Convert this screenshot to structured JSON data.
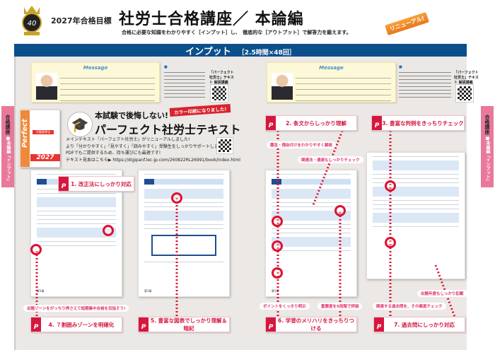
{
  "header": {
    "emblem": "40th anniversary emblem",
    "target_year": "2027年合格目標",
    "title": "社労士合格講座／ 本論編",
    "subtitle": "合格に必要な知識をわかりやすく［インプット］し、　徹底的な［アウトプット］で解答力を鍛えます。",
    "renewal_badge": "リニューアル!"
  },
  "band": {
    "title": "インプット",
    "schedule": "［2.5時間×48回］"
  },
  "side_tabs": {
    "title": "合格講座",
    "subtitle": "■本論編「インプット」"
  },
  "messages": [
    {
      "heading": "Message",
      "qr_label": "「パーフェクト社労士」テキスト 解説講義"
    },
    {
      "heading": "Message",
      "qr_label": "「パーフェクト社労士」テキスト 解説講義"
    }
  ],
  "textbook": {
    "cover_label": "労働基準法",
    "cover_brand": "Perfect",
    "cover_year": "2027",
    "headline": "本試験で後悔しない!",
    "title": "パーフェクト社労士テキスト",
    "color_badge": "カラー印刷になりました!",
    "desc": [
      "メインテキスト「パーフェクト社労士」がリニューアルしました!",
      "より「分かりやすく」「見やすく」「読みやすく」受験生をしっかりサポートします!",
      "PDFでもご提供するため、持ち運びにも最適です!",
      "テキスト見本はこちら▶ https://digipanf.lec-jp.com/260822RL26991/book/index.html"
    ]
  },
  "points": [
    {
      "num": "1.",
      "label": "改正法にしっかり対応"
    },
    {
      "num": "2.",
      "label": "条文からしっかり理解"
    },
    {
      "num": "3.",
      "label": "豊富な判例をきっちりチェック"
    },
    {
      "num": "4.",
      "label": "７割囲みゾーンを明確化"
    },
    {
      "num": "5.",
      "label": "豊富な図表でしっかり理解＆暗記"
    },
    {
      "num": "6.",
      "label": "学習のメリハリをきっちりつける"
    },
    {
      "num": "7.",
      "label": "過去問にしっかり対応"
    }
  ],
  "point_badge": "P",
  "callouts": {
    "zone": "出題ゾーンをがっちり押さえて短期集中合格を目指そう!",
    "reason": "趣旨・理由付けをわかりやすく解説",
    "related": "関連法・通達もしっかりチェック",
    "point_marked": "ポイントをくっきり明示",
    "importance": "重要度を5段階で評価",
    "past_q": "関連する過去問を、その都度チェック",
    "year": "出題年度もしっかり記載"
  },
  "pages": [
    {
      "chapter": "第1章"
    },
    {
      "chapter": "第1章"
    },
    {
      "chapter": "第1章"
    },
    {
      "chapter": ""
    }
  ],
  "colors": {
    "band": "#0b4f8b",
    "accent": "#d5173e",
    "side_tab": "#e9799b",
    "background": "#ebe8e5"
  }
}
